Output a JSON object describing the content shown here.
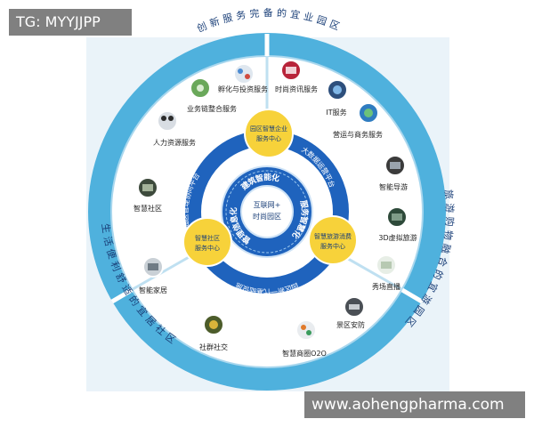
{
  "watermarks": {
    "top_left": "TG: MYYJJPP",
    "bottom_right": "www.aohengpharma.com"
  },
  "outer_ring": {
    "top": "创新服务完备的宜业园区",
    "right": "旅游购物融合的宜游园区",
    "left": "生活便利舒适的宜居社区"
  },
  "inner_ring": {
    "top_left": "园区管理协同平台",
    "top_right": "大数据运营平台",
    "bottom": "园区新一代基础设施"
  },
  "core_ring": {
    "a": "建筑智能化",
    "b": "服务智慧化",
    "c": "管理信息化"
  },
  "center_text": [
    "互联网+",
    "时尚园区"
  ],
  "hubs": [
    [
      "园区智慧企业",
      "服务中心"
    ],
    [
      "智慧旅游消费",
      "服务中心"
    ],
    [
      "智慧社区",
      "服务中心"
    ]
  ],
  "services": [
    "孵化与投资服务",
    "时尚资讯服务",
    "业务链整合服务",
    "IT服务",
    "人力资源服务",
    "营运与商务服务",
    "智能导游",
    "3D虚拟旅游",
    "秀场直播",
    "景区安防",
    "智慧商圈O2O",
    "智慧社区",
    "智能家居",
    "社群社交"
  ],
  "colors": {
    "outer_ring": "#4fb1dd",
    "inner_ring": "#1f63bd",
    "hub": "#f7d23a",
    "panel_bg": "#eaf3f9"
  }
}
